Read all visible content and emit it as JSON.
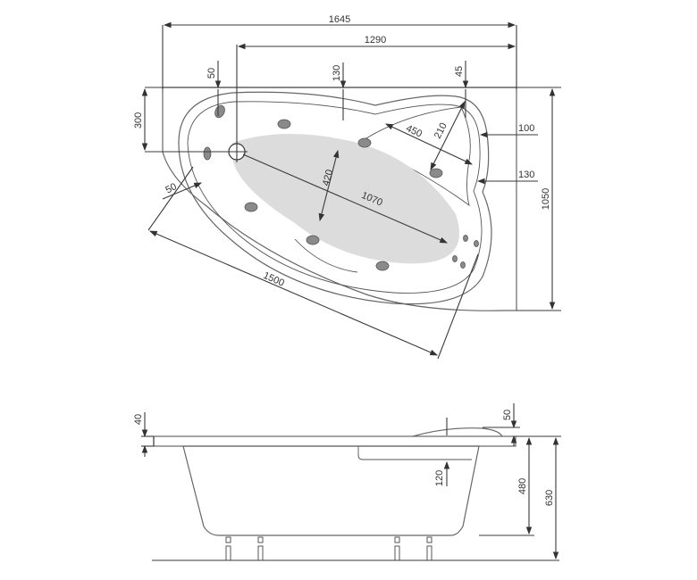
{
  "top_view": {
    "dimensions": {
      "overall_width": "1645",
      "inner_width": "1290",
      "left_rim": "50",
      "top_rim": "130",
      "headrest_rim": "45",
      "drain_offset": "300",
      "right_rim_upper": "100",
      "right_rim_lower": "130",
      "overall_depth": "1050",
      "headrest_length": "450",
      "headrest_depth": "210",
      "basin_width": "420",
      "basin_length": "1070",
      "front_rim": "50",
      "diagonal_length": "1500"
    }
  },
  "side_view": {
    "dimensions": {
      "rim_thickness": "40",
      "headrest_height": "50",
      "headrest_depth": "120",
      "tub_height": "480",
      "total_height": "630"
    }
  },
  "colors": {
    "line": "#3a3a3a",
    "tub_fill": "#f2f2f2",
    "basin_fill": "#dcdcdc",
    "deck_fill": "#f7f7f7"
  }
}
